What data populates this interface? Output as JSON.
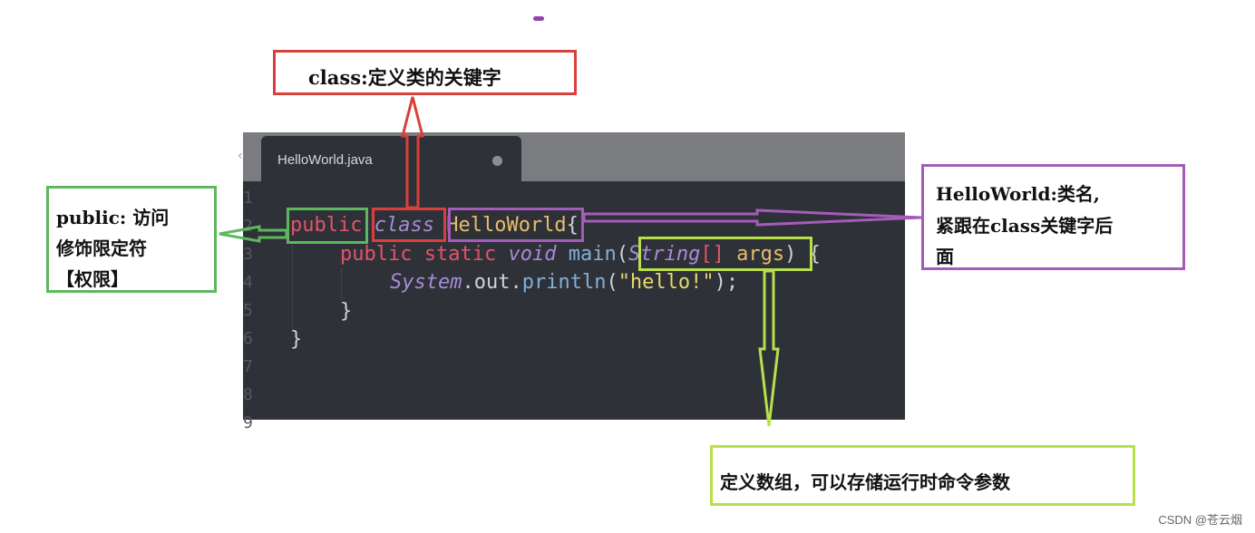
{
  "editor": {
    "tab_title": "HelloWorld.java",
    "line_numbers": [
      "1",
      "2",
      "3",
      "4",
      "5",
      "6",
      "7",
      "8",
      "9"
    ],
    "code": {
      "l2_public": "public",
      "l2_class": "class",
      "l2_name": "HelloWorld",
      "l2_brace": "{",
      "l3_public": "public",
      "l3_static": "static",
      "l3_void": "void",
      "l3_main": "main",
      "l3_paren": "(",
      "l3_string": "String",
      "l3_brackets": "[]",
      "l3_args": "args",
      "l3_close": ") {",
      "l4_system": "System",
      "l4_out": ".out.",
      "l4_println": "println",
      "l4_open": "(",
      "l4_str": "\"hello!\"",
      "l4_close": ");",
      "l5_brace": "}",
      "l6_brace": "}"
    }
  },
  "annotations": {
    "class_label": "class:定义类的关键字",
    "public_label_lines": [
      "public: 访问",
      "修饰限定符",
      "【权限】"
    ],
    "classname_label_lines": [
      "HelloWorld:类名,",
      "紧跟在class关键字后",
      "面"
    ],
    "args_label": "定义数组，可以存储运行时命令参数"
  },
  "colors": {
    "red": "#d9403b",
    "green": "#5cb85c",
    "purple": "#a45cb8",
    "lime": "#b8e04a"
  },
  "watermark": "CSDN @苍云烟"
}
